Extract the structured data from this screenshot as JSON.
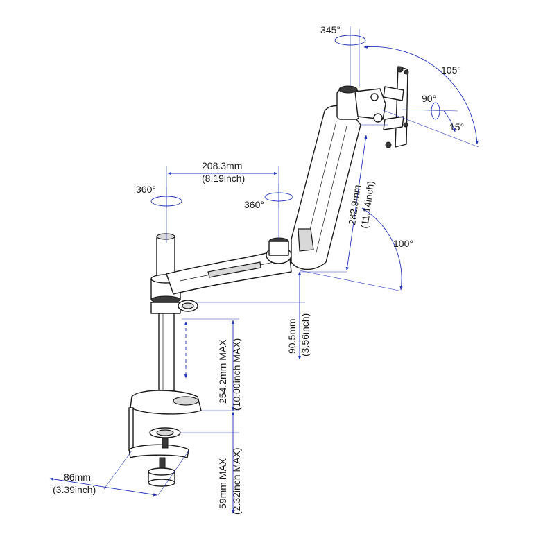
{
  "colors": {
    "dimension": "#2233bb",
    "outline": "#1a1a1a",
    "background": "#ffffff"
  },
  "labels": {
    "top_swivel": "345°",
    "tilt_up": "105°",
    "tilt_mid": "90°",
    "tilt_down": "15°",
    "arm_length_mm": "208.3mm",
    "arm_length_in": "(8.19inch)",
    "base_swivel": "360°",
    "elbow_swivel": "360°",
    "upper_arm_mm": "282.9mm",
    "upper_arm_in": "(11.14inch)",
    "arm_lift": "100°",
    "collar_height_mm": "90.5mm",
    "collar_height_in": "(3.56inch)",
    "pole_adjust_mm": "254.2mm MAX",
    "pole_adjust_in": "(10.00inch MAX)",
    "clamp_opening_mm": "59mm MAX",
    "clamp_opening_in": "(2.32inch MAX)",
    "clamp_depth_mm": "86mm",
    "clamp_depth_in": "(3.39inch)"
  }
}
